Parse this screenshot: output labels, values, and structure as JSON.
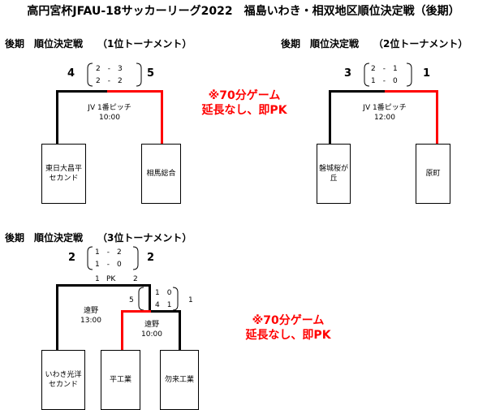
{
  "title": "高円宮杯JFAU-18サッカーリーグ2022　福島いわき・相双地区順位決定戦（後期）",
  "colors": {
    "accent": "#ff0000",
    "line": "#000000"
  },
  "bracket1": {
    "heading": "後期　順位決定戦　　（1位トーナメント）",
    "left_score": "4",
    "right_score": "5",
    "half1": "2　-　3",
    "half2": "2　-　2",
    "venue": "JV  1番ピッチ",
    "time": "10:00",
    "team_left": "東日大昌平\nセカンド",
    "team_right": "相馬総合"
  },
  "bracket2": {
    "heading": "後期　順位決定戦　　（2位トーナメント）",
    "left_score": "3",
    "right_score": "1",
    "half1": "2　-　1",
    "half2": "1　-　0",
    "venue": "JV  1番ピッチ",
    "time": "12:00",
    "team_left": "磐城桜が丘",
    "team_right": "原町"
  },
  "note1": {
    "line1": "※70分ゲーム",
    "line2": "延長なし、即PK"
  },
  "bracket3": {
    "heading": "後期　順位決定戦　　（3位トーナメント）",
    "final_left_score": "2",
    "final_right_score": "2",
    "final_half1": "1　-　2",
    "final_half2": "1　-　0",
    "pk_label": "PK",
    "pk_left": "1",
    "pk_right": "2",
    "final_venue": "遠野",
    "final_time": "13:00",
    "semi_left_score": "5",
    "semi_right_score": "1",
    "semi_half1": "1　0",
    "semi_half2": "4　1",
    "semi_venue": "遠野",
    "semi_time": "10:00",
    "team1": "いわき光洋\nセカンド",
    "team2": "平工業",
    "team3": "勿来工業"
  },
  "note2": {
    "line1": "※70分ゲーム",
    "line2": "延長なし、即PK"
  }
}
